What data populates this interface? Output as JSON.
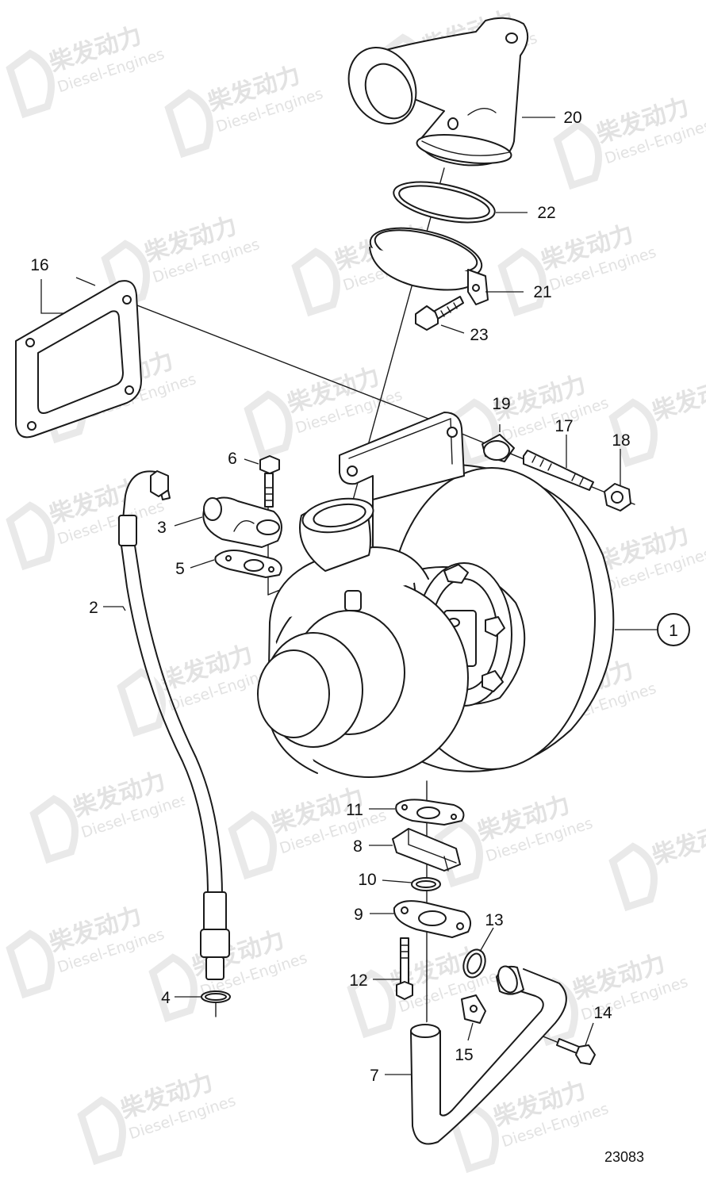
{
  "watermark": {
    "brand_cn": "柴发动力",
    "brand_en": "Diesel-Engines"
  },
  "diagram_number": "23083",
  "callouts": [
    {
      "id": "c1",
      "label": "1",
      "circled": true
    },
    {
      "id": "c2",
      "label": "2"
    },
    {
      "id": "c3",
      "label": "3"
    },
    {
      "id": "c4",
      "label": "4"
    },
    {
      "id": "c5",
      "label": "5"
    },
    {
      "id": "c6",
      "label": "6"
    },
    {
      "id": "c7",
      "label": "7"
    },
    {
      "id": "c8",
      "label": "8"
    },
    {
      "id": "c9",
      "label": "9"
    },
    {
      "id": "c10",
      "label": "10"
    },
    {
      "id": "c11",
      "label": "11"
    },
    {
      "id": "c12",
      "label": "12"
    },
    {
      "id": "c13",
      "label": "13"
    },
    {
      "id": "c14",
      "label": "14"
    },
    {
      "id": "c15",
      "label": "15"
    },
    {
      "id": "c16",
      "label": "16"
    },
    {
      "id": "c17",
      "label": "17"
    },
    {
      "id": "c18",
      "label": "18"
    },
    {
      "id": "c19",
      "label": "19"
    },
    {
      "id": "c20",
      "label": "20"
    },
    {
      "id": "c21",
      "label": "21"
    },
    {
      "id": "c22",
      "label": "22"
    },
    {
      "id": "c23",
      "label": "23"
    }
  ]
}
